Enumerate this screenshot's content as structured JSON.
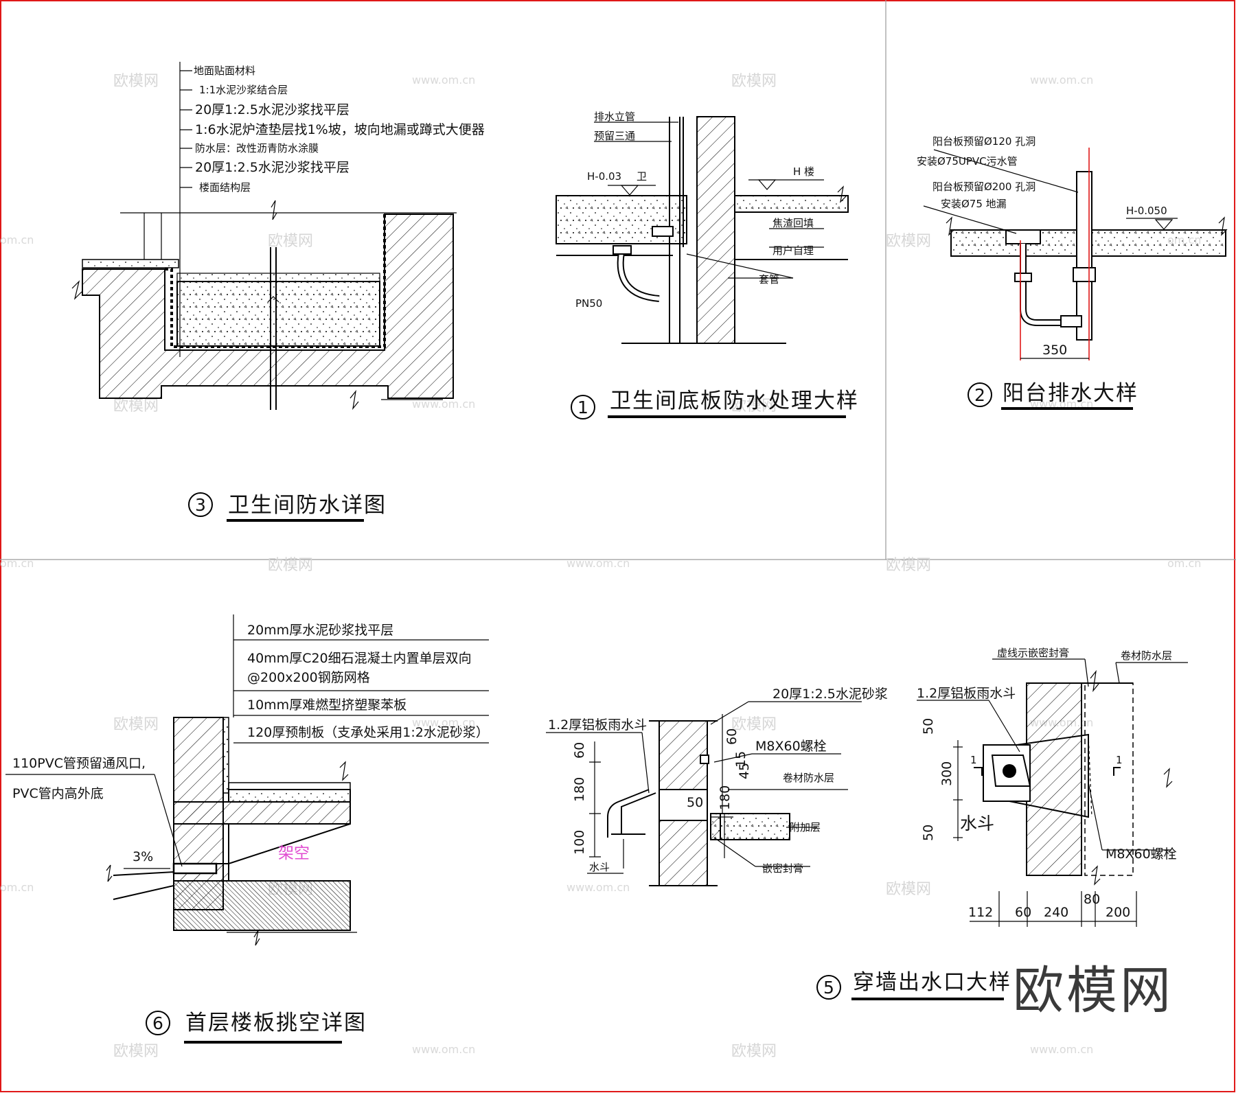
{
  "watermarks": {
    "brand_cn": "欧模网",
    "url": "www.om.cn",
    "url_part": "om.cn"
  },
  "brand_logo": "欧模网",
  "colors": {
    "frame": "#e01818",
    "annotation_pink": "#e04bd0",
    "watermark": "#d6d6d6"
  },
  "detail3": {
    "number": "3",
    "title": "卫生间防水详图",
    "layers": [
      "地面贴面材料",
      "1:1水泥沙浆结合层",
      "20厚1:2.5水泥沙浆找平层",
      "1:6水泥炉渣垫层找1%坡，坡向地漏或蹲式大便器",
      "防水层：改性沥青防水涂膜",
      "20厚1:2.5水泥沙浆找平层",
      "楼面结构层"
    ]
  },
  "detail1": {
    "number": "1",
    "title": "卫生间底板防水处理大样",
    "labels": {
      "riser": "排水立管",
      "tee": "预留三通",
      "level": "H-0.03",
      "wc": "卫",
      "level_floor": "H  楼",
      "fill": "焦渣回填",
      "owner": "用户自理",
      "sleeve": "套管",
      "pipe": "PN50"
    }
  },
  "detail2": {
    "number": "2",
    "title": "阳台排水大样",
    "labels": {
      "hole1": "阳台板预留Ø120 孔洞",
      "pipe1": "安装Ø75UPVC污水管",
      "hole2": "阳台板预留Ø200 孔洞",
      "pipe2": "安装Ø75 地漏",
      "level": "H-0.050",
      "dim": "350"
    }
  },
  "detail6": {
    "number": "6",
    "title": "首层楼板挑空详图",
    "layers": [
      "20mm厚水泥砂浆找平层",
      "40mm厚C20细石混凝土内置单层双向",
      "@200x200钢筋网格",
      "10mm厚难燃型挤塑聚苯板",
      "120厚预制板（支承处采用1:2水泥砂浆）"
    ],
    "vent_note_1": "110PVC管预留通风口,",
    "vent_note_2": "PVC管内高外底",
    "slope": "3%",
    "void": "架空"
  },
  "detail5": {
    "number": "5",
    "title": "穿墙出水口大样",
    "left_labels": {
      "mortar": "20厚1:2.5水泥砂浆",
      "hopper": "1.2厚铝板雨水斗",
      "bolt": "M8X60螺栓",
      "membrane": "卷材防水层",
      "additional": "附加层",
      "sealant": "嵌密封膏",
      "scupper": "水斗",
      "dims_left": [
        "60",
        "180",
        "100"
      ],
      "dims_mid": [
        "60",
        "180",
        "50",
        "45",
        "15"
      ]
    },
    "right_labels": {
      "dashed_note": "虚线示嵌密封膏",
      "membrane": "卷材防水层",
      "hopper": "1.2厚铝板雨水斗",
      "scupper": "水斗",
      "bolt": "M8X60螺栓",
      "section": "1",
      "dims_vertical": [
        "50",
        "300",
        "50"
      ],
      "dims_bottom": [
        "112",
        "60",
        "240",
        "80",
        "200"
      ]
    }
  }
}
